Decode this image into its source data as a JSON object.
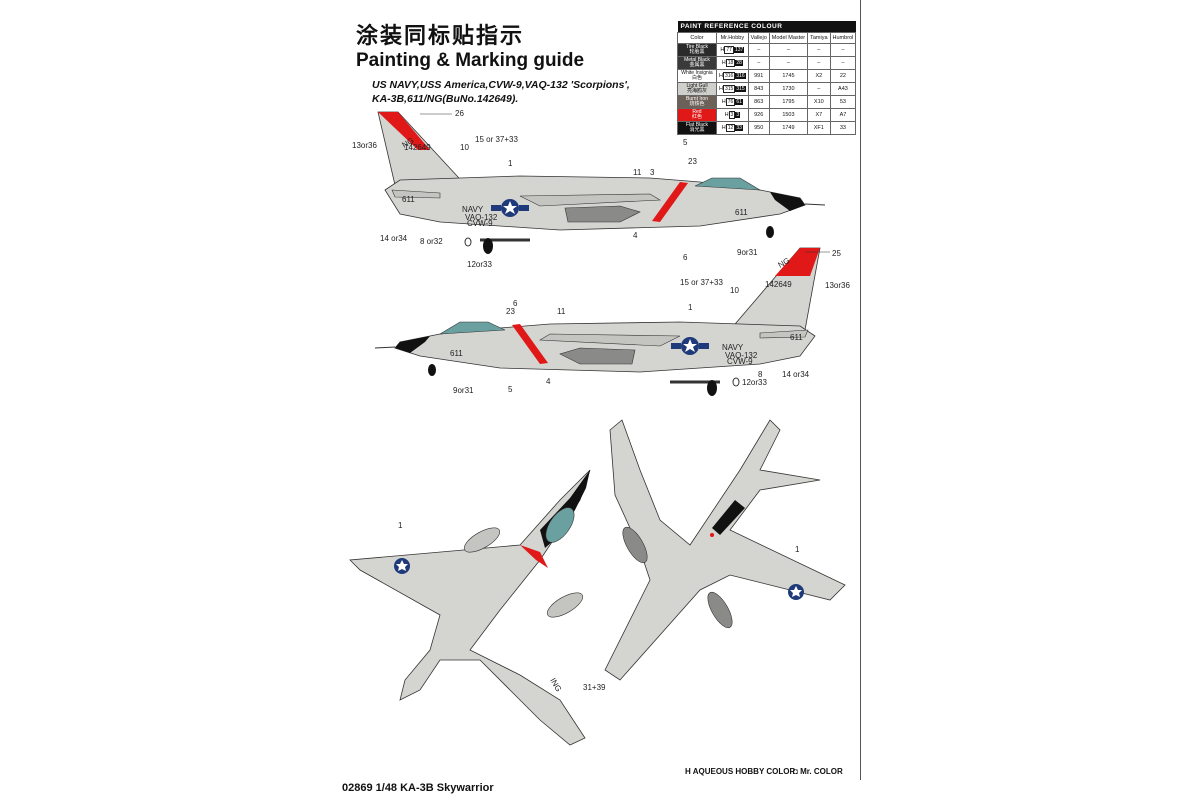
{
  "header": {
    "title_cn": "涂装同标贴指示",
    "title_en": "Painting & Marking guide",
    "subtitle_1": "US NAVY,USS  America,CVW-9,VAQ-132 'Scorpions',",
    "subtitle_2": "KA-3B,611/NG(BuNo.142649)."
  },
  "paint_table": {
    "caption": "PAINT  REFERENCE COLOUR",
    "headers": [
      "Color",
      "Mr.Hobby",
      "Vallejo",
      "Model Master",
      "Tamiya",
      "Humbrol"
    ],
    "rows": [
      {
        "name": "Tire Black",
        "cn": "轮胎黑",
        "swatch": "#2b2b2b",
        "h": "77",
        "m": "137",
        "vallejo": "–",
        "mm": "–",
        "tamiya": "–",
        "humbrol": "–"
      },
      {
        "name": "Metal Black",
        "cn": "金属黑",
        "swatch": "#3a3a3a",
        "h": "18",
        "m": "28",
        "vallejo": "–",
        "mm": "–",
        "tamiya": "–",
        "humbrol": "–"
      },
      {
        "name": "White Insignia",
        "cn": "白色",
        "swatch": "#ffffff",
        "h": "316",
        "m": "316",
        "vallejo": "991",
        "mm": "1745",
        "tamiya": "X2",
        "humbrol": "22"
      },
      {
        "name": "Light Gull",
        "cn": "亮海鸥灰",
        "swatch": "#cfcfcb",
        "h": "315",
        "m": "315",
        "vallejo": "843",
        "mm": "1730",
        "tamiya": "–",
        "humbrol": "A43"
      },
      {
        "name": "Burnt Iron",
        "cn": "烧铁色",
        "swatch": "#6b6158",
        "h": "76",
        "m": "61",
        "vallejo": "863",
        "mm": "1795",
        "tamiya": "X10",
        "humbrol": "53"
      },
      {
        "name": "Red",
        "cn": "红色",
        "swatch": "#e01818",
        "h": "3",
        "m": "3",
        "vallejo": "926",
        "mm": "1503",
        "tamiya": "X7",
        "humbrol": "A7"
      },
      {
        "name": "Flat Black",
        "cn": "消光黑",
        "swatch": "#111111",
        "h": "12",
        "m": "33",
        "vallejo": "950",
        "mm": "1749",
        "tamiya": "XF1",
        "humbrol": "33"
      }
    ]
  },
  "callouts": {
    "upper": [
      "26",
      "13or36",
      "10",
      "15 or 37+33",
      "1",
      "5",
      "23",
      "11",
      "3",
      "611",
      "14 or34",
      "8 or32",
      "12or33",
      "4",
      "6",
      "9or31"
    ],
    "lower": [
      "25",
      "142649",
      "13or36",
      "15 or 37+33",
      "1",
      "10",
      "611",
      "6",
      "23",
      "11",
      "611",
      "9or31",
      "5",
      "4",
      "8",
      "12or33",
      "14 or34"
    ],
    "plan": [
      "1",
      "31+39",
      "1"
    ],
    "tail_code": "NG",
    "buno": "142649",
    "modex": "611",
    "navy": "NAVY",
    "squadron": "VAQ-132",
    "wing": "CVW-9",
    "ing": "ING"
  },
  "legend": {
    "aqueous": "AQUEOUS HOBBY COLOR",
    "mr": "Mr. COLOR",
    "h_prefix": "H",
    "m_symbol": "◘"
  },
  "footer": {
    "code": "02869 1/48  KA-3B Skywarrior"
  },
  "colors": {
    "light_gull": "#d4d4d0",
    "red": "#e01818",
    "black": "#111111",
    "canopy": "#6aa0a0",
    "insignia_blue": "#1f3a7a"
  }
}
